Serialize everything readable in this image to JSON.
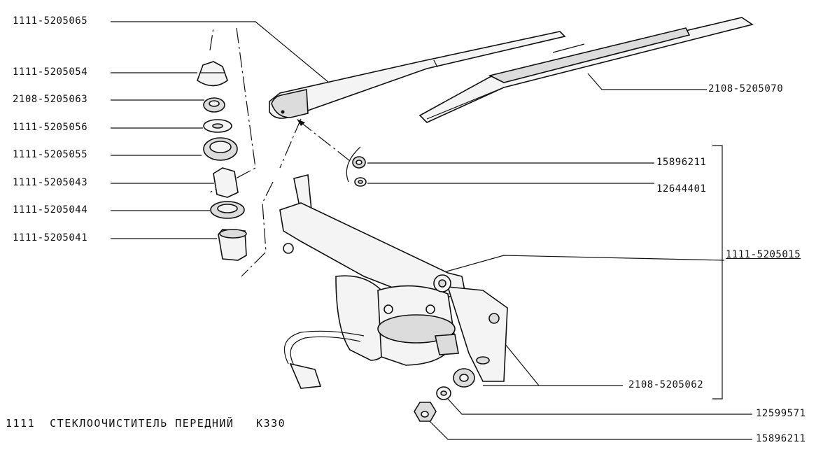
{
  "left_labels": [
    {
      "id": "arm",
      "text": "1111-5205065"
    },
    {
      "id": "boot",
      "text": "1111-5205054"
    },
    {
      "id": "nut1",
      "text": "2108-5205063"
    },
    {
      "id": "washer1",
      "text": "1111-5205056"
    },
    {
      "id": "ring1",
      "text": "1111-5205055"
    },
    {
      "id": "bush",
      "text": "1111-5205043"
    },
    {
      "id": "ring2",
      "text": "1111-5205044"
    },
    {
      "id": "sleeve",
      "text": "1111-5205041"
    }
  ],
  "right_labels": [
    {
      "id": "blade",
      "text": "2108-5205070"
    },
    {
      "id": "nut_small",
      "text": "15896211"
    },
    {
      "id": "washer_small",
      "text": "12644401"
    },
    {
      "id": "assembly",
      "text": "1111-5205015"
    },
    {
      "id": "cushion",
      "text": "2108-5205062"
    },
    {
      "id": "washer_bottom",
      "text": "12599571"
    },
    {
      "id": "nut_bottom",
      "text": "15896211"
    }
  ],
  "caption": "1111  СТЕКЛООЧИСТИТЕЛЬ ПЕРЕДНИЙ   К330"
}
